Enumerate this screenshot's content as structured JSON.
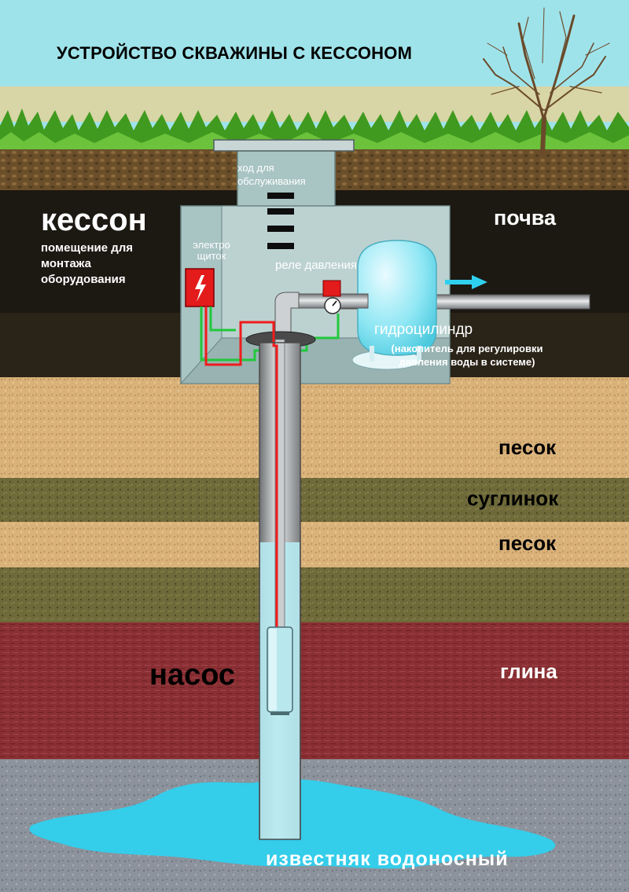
{
  "title": "УСТРОЙСТВО СКВАЖИНЫ С КЕССОНОМ",
  "caisson": {
    "label": "кессон",
    "description": "помещение для монтажа оборудования"
  },
  "service_hatch": {
    "label": "ход для обслуживания"
  },
  "electric_panel": {
    "label": "электро щиток"
  },
  "pressure_switch": {
    "label": "реле давления"
  },
  "hydro_tank": {
    "label": "гидроцилиндр",
    "description": "(накопитель для регулировки давления воды в системе)"
  },
  "pump": {
    "label": "насос"
  },
  "layers": {
    "soil": "почва",
    "sand_upper": "песок",
    "loam": "суглинок",
    "sand_lower": "песок",
    "clay": "глина",
    "limestone": "известняк водоносный"
  },
  "colors": {
    "sky": "#9fe3ea",
    "grass": "#3f9a1f",
    "soil": "#1c1812",
    "caisson_wall": "#a8c4c3",
    "sand": "#d9b27a",
    "loam": "#6f6a3a",
    "clay": "#8a2f33",
    "limestone": "#8d939c",
    "water": "#2fd0ee",
    "power_cable": "#ee1c1c",
    "ground_wire": "#22c83c"
  }
}
